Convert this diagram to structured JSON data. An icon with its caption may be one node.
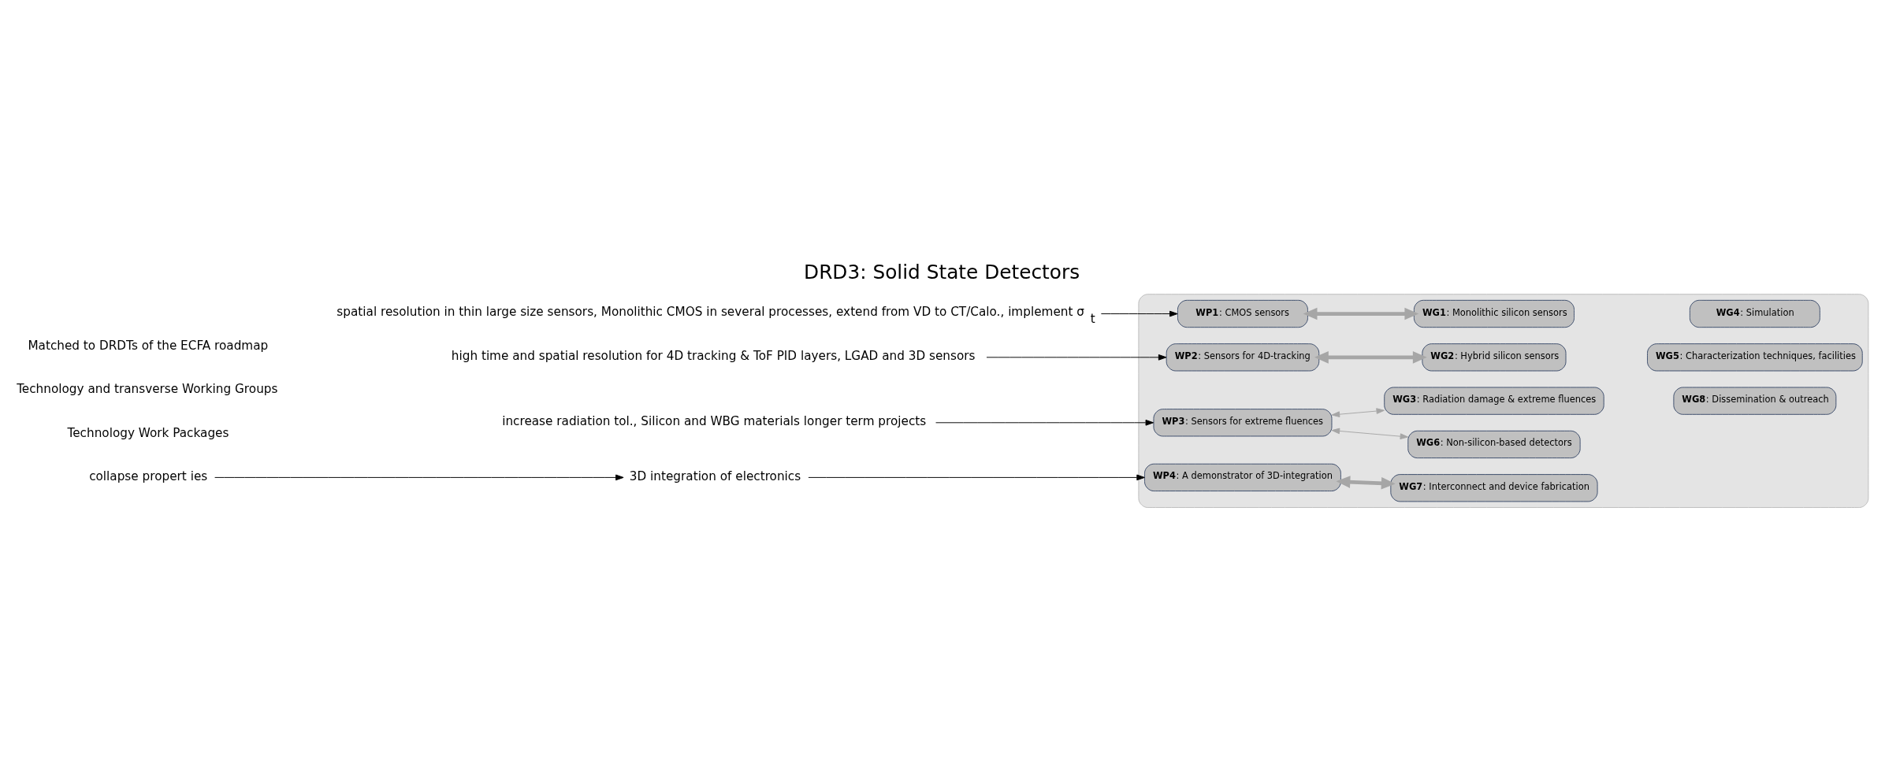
{
  "diagram": {
    "title": "DRD3: Solid State Detectors",
    "nodes": [
      {
        "text": [],
        "shape": "box"
      },
      {
        "text": [
          "**WP1**: CMOS sensors"
        ],
        "in": 0
      },
      {
        "text": [
          "**WP2**: Sensors for 4D-tracking"
        ],
        "in": 0
      },
      {
        "text": [
          "**WP3**: Sensors for extreme fluences"
        ],
        "in": 0
      },
      {
        "text": [
          "**WP4**: A demonstrator of 3D-integration"
        ],
        "in": 0
      },
      {
        "text": [
          "**WG1**: Monolithic silicon sensors"
        ],
        "in": 0
      },
      {
        "text": [
          "**WG2**: Hybrid silicon sensors"
        ],
        "in": 0
      },
      {
        "text": [
          "**WG3**: Radiation damage & extreme fluences"
        ],
        "in": 0
      },
      {
        "text": [
          "**WG6**: Non-silicon-based detectors"
        ],
        "in": 0
      },
      {
        "text": [
          "**WG7**: Interconnect and device fabrication"
        ],
        "in": 0
      },
      {
        "text": [
          "**WG4**: Simulation"
        ],
        "in": 0
      },
      {
        "text": [
          "**WG5**: Characterization techniques, facilities"
        ],
        "in": 0
      },
      {
        "text": [
          "**WG8**: Dissemination & outreach"
        ],
        "in": 0
      },
      {
        "text": [
          "spatial resolution in thin large size sensors, Monolithic CMOS in several processes, extend from VD to CT/Calo., implement σ$_{t}$"
        ]
      },
      {
        "text": [
          "high time and spatial resolution for 4D tracking & ToF PID layers, LGAD and 3D sensors"
        ]
      },
      {
        "text": [
          "increase radiation tol., Silicon and WBG materials longer term projects"
        ]
      },
      {
        "text": [
          "3D integration of electronics"
        ]
      },
      {
        "text": [
          "collapse propert ies"
        ]
      }
    ],
    "edges": [
      {
        "from": 13,
        "to": 1,
        "arrow": "to"
      },
      {
        "from": 14,
        "to": 2,
        "arrow": "to"
      },
      {
        "from": 15,
        "to": 3,
        "arrow": "to"
      },
      {
        "from": 16,
        "to": 4,
        "arrow": "to"
      },
      {
        "from": 17,
        "to": 16,
        "arrow": "to"
      },
      {
        "from": 1,
        "to": 5,
        "arrow": "both",
        "style": "thick",
        "color": "#a6a6a6"
      },
      {
        "from": 2,
        "to": 6,
        "arrow": "both",
        "style": "thick",
        "color": "#a6a6a6"
      },
      {
        "from": 3,
        "to": 7,
        "arrow": "both",
        "color": "#a6a6a6"
      },
      {
        "from": 3,
        "to": 8,
        "arrow": "both",
        "color": "#a6a6a6"
      },
      {
        "from": 4,
        "to": 9,
        "arrow": "both",
        "style": "thick",
        "color": "#a6a6a6"
      }
    ],
    "labels": [
      "Technology Work Packages",
      "Technology and transverse Working Groups",
      "Matched to DRDTs of the ECFA roadmap"
    ]
  }
}
